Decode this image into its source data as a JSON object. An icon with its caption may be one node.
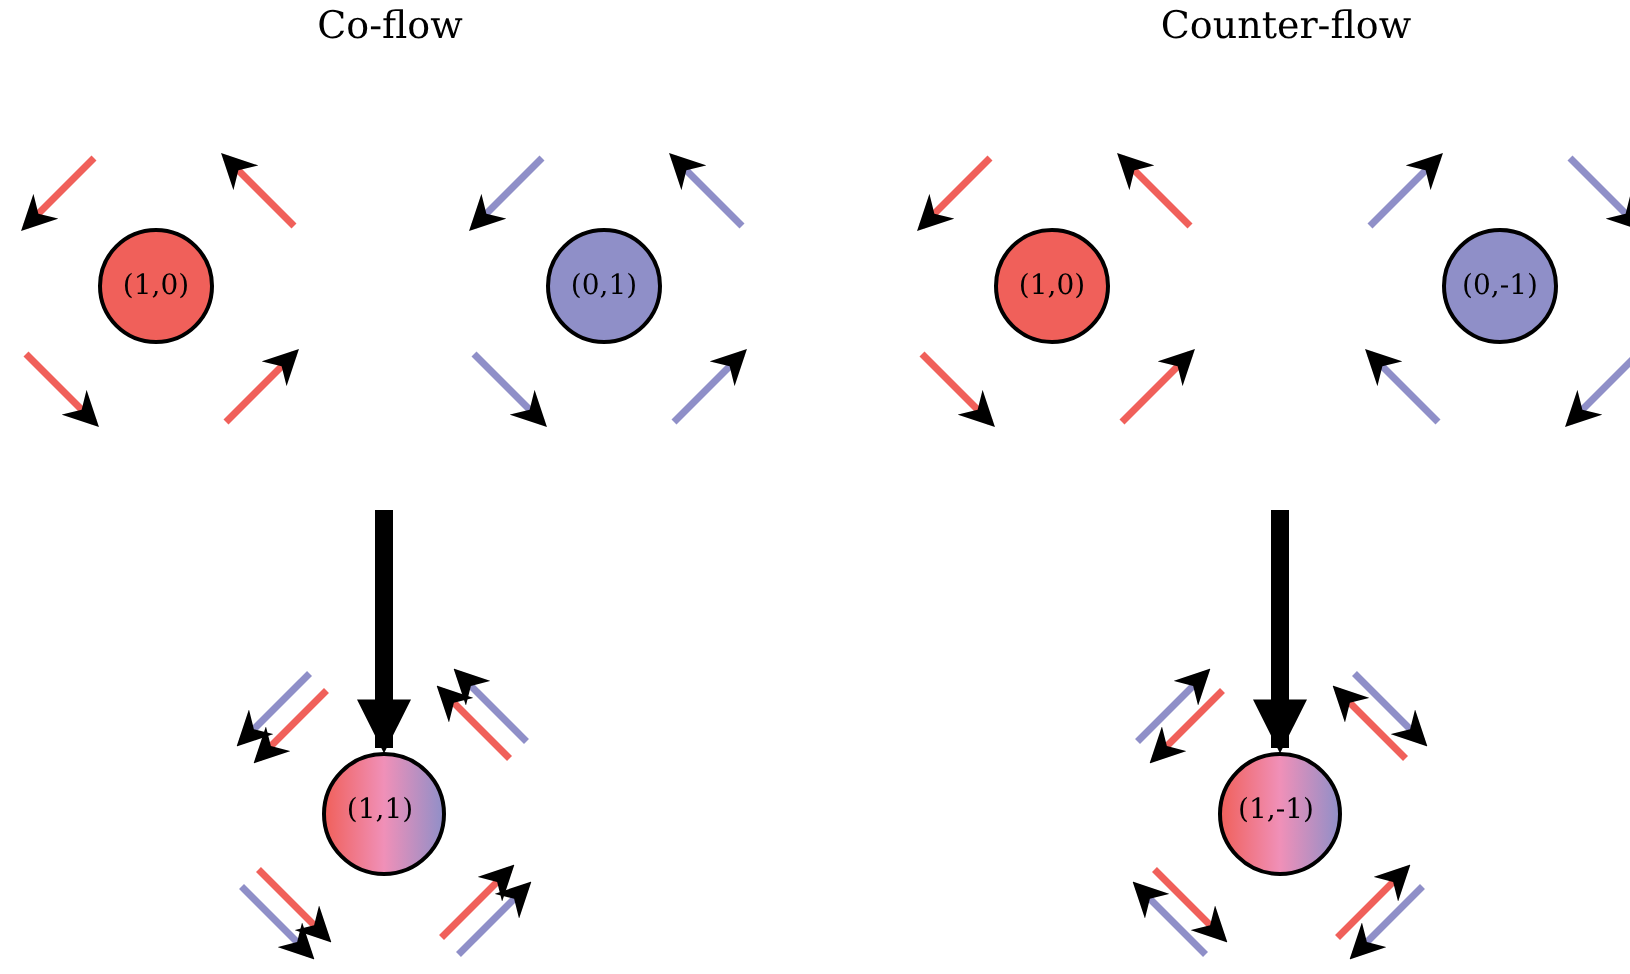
{
  "diagram": {
    "nodes": [
      {
        "text": [
          "(1,0)"
        ]
      },
      {
        "text": [
          "(0,1)"
        ]
      },
      {
        "text": [
          "(1,1)"
        ]
      },
      {
        "text": [
          "(1,0)"
        ]
      },
      {
        "text": [
          "(0,-1)"
        ]
      },
      {
        "text": [
          "(1,-1)"
        ]
      }
    ],
    "edges": [
      {
        "from": null,
        "to": 2,
        "arrow": "to"
      },
      {
        "from": null,
        "to": 5,
        "arrow": "to"
      }
    ],
    "labels": [
      "Co-flow",
      "Counter-flow"
    ]
  }
}
